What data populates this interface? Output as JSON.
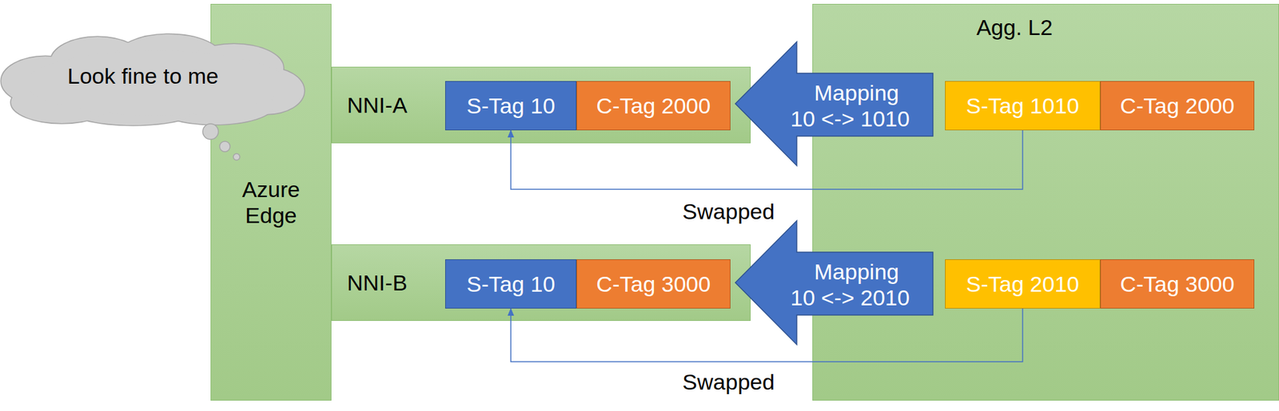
{
  "diagram": {
    "nodes": [
      {
        "text": [
          "Look fine to me"
        ]
      },
      {
        "text": [
          "Azure Edge"
        ]
      },
      {
        "text": [
          "NNI-A"
        ]
      },
      {
        "text": [
          "S-Tag 10"
        ],
        "in": 2
      },
      {
        "text": [
          "C-Tag 2000"
        ],
        "in": 2
      },
      {
        "text": [
          "Mapping 10 <-> 1010"
        ]
      },
      {
        "text": [
          "Agg. L2"
        ]
      },
      {
        "text": [
          "S-Tag 1010"
        ],
        "in": 6
      },
      {
        "text": [
          "C-Tag 2000"
        ],
        "in": 6
      },
      {
        "text": [
          "NNI-B"
        ]
      },
      {
        "text": [
          "S-Tag 10"
        ],
        "in": 9
      },
      {
        "text": [
          "C-Tag 3000"
        ],
        "in": 9
      },
      {
        "text": [
          "Mapping 10 <-> 2010"
        ]
      },
      {
        "text": [
          "S-Tag 2010"
        ],
        "in": 6
      },
      {
        "text": [
          "C-Tag 3000"
        ],
        "in": 6
      }
    ],
    "edges": [
      {
        "from": 7,
        "to": 3,
        "arrow": "to",
        "label": "Swapped"
      },
      {
        "from": 13,
        "to": 10,
        "arrow": "to",
        "label": "Swapped"
      }
    ]
  }
}
